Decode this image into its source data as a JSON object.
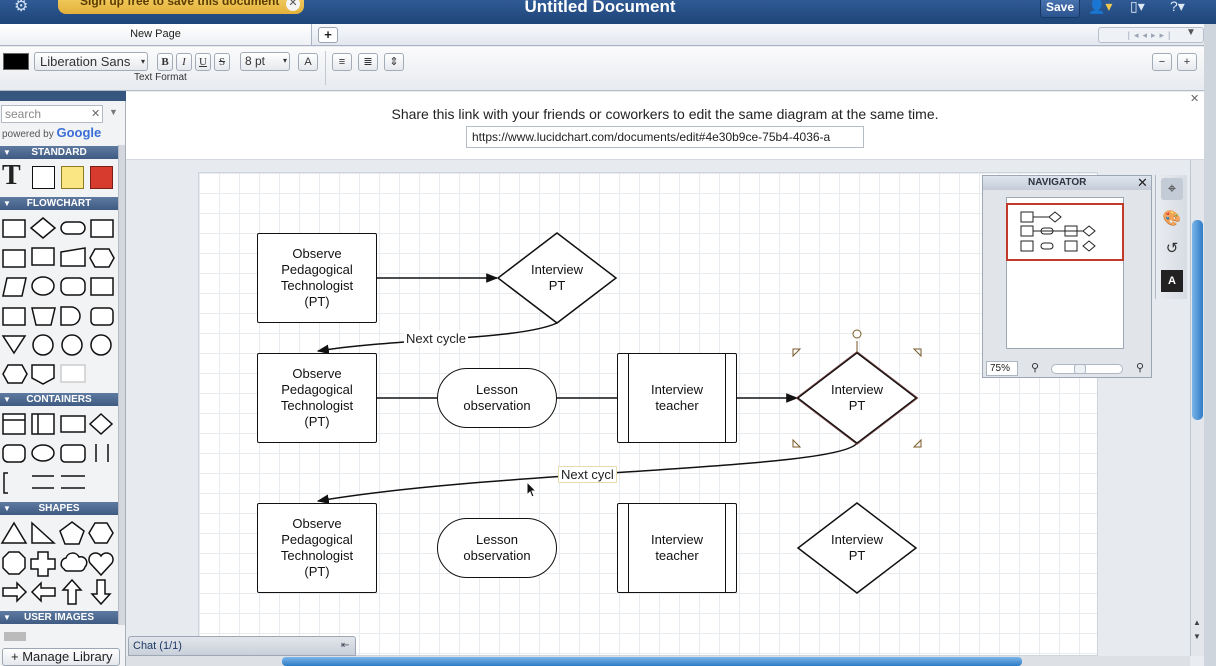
{
  "titlebar": {
    "signup_text": "Sign up free to save this document",
    "doc_title": "Untitled Document",
    "save_label": "Save"
  },
  "tabs": {
    "page_tab": "New Page",
    "add_label": "+"
  },
  "toolbar": {
    "font": "Liberation Sans",
    "font_size": "8 pt",
    "bold": "B",
    "italic": "I",
    "underline": "U",
    "strike": "S",
    "text_format_label": "Text Format",
    "text_color": "#000000"
  },
  "share": {
    "message": "Share this link with your friends or coworkers to edit the same diagram at the same time.",
    "link": "https://www.lucidchart.com/documents/edit#4e30b9ce-75b4-4036-a"
  },
  "left_panel": {
    "search_placeholder": "search",
    "powered_by": "powered by",
    "google": "Google",
    "sections": [
      "STANDARD",
      "FLOWCHART",
      "CONTAINERS",
      "SHAPES",
      "USER IMAGES"
    ],
    "manage_library": "Manage Library"
  },
  "diagram": {
    "row1": {
      "observe": "Observe Pedagogical Technologist (PT)",
      "interview_pt": "Interview PT"
    },
    "next_cycle_1": "Next cycle",
    "row2": {
      "observe": "Observe Pedagogical Technologist (PT)",
      "lesson": "Lesson observation",
      "teacher": "Interview teacher",
      "interview_pt": "Interview PT"
    },
    "next_cycle_2": "Next cycl",
    "row3": {
      "observe": "Observe Pedagogical Technologist (PT)",
      "lesson": "Lesson observation",
      "teacher": "Interview teacher",
      "interview_pt": "Interview PT"
    }
  },
  "navigator": {
    "title": "NAVIGATOR",
    "zoom": "75%"
  },
  "chat": {
    "label": "Chat (1/1)"
  },
  "colors": {
    "titlebar": "#1f4579",
    "accent_blue": "#2e7bc4",
    "selection": "#c0392b"
  }
}
